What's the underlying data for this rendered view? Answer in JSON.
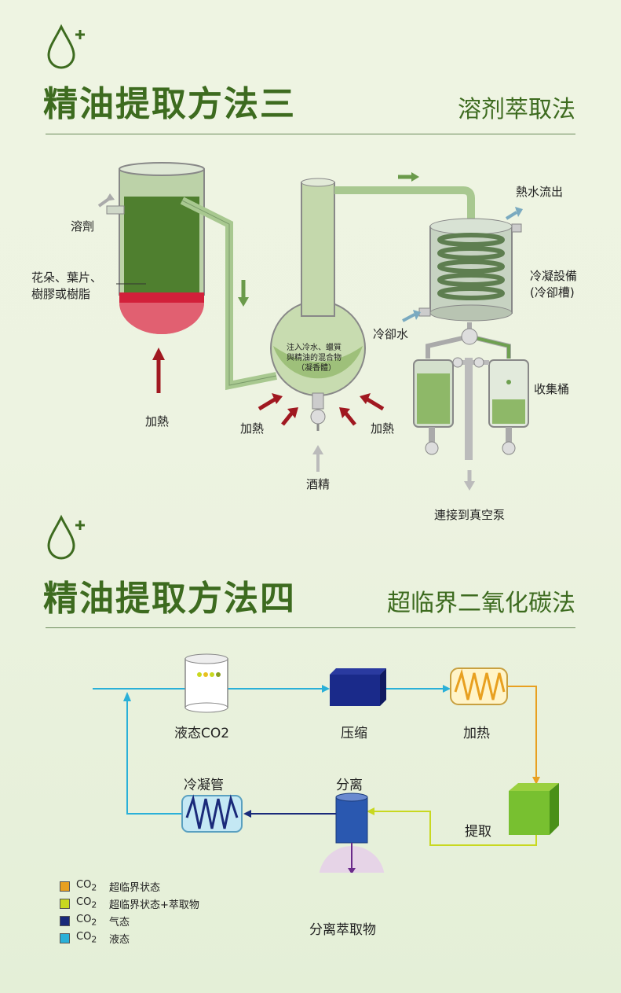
{
  "section3": {
    "title": "精油提取方法三",
    "subtitle": "溶剂萃取法",
    "labels": {
      "solvent": "溶劑",
      "material_line1": "花朵、葉片、",
      "material_line2": "樹膠或樹脂",
      "heat_left": "加熱",
      "heat_mid": "加熱",
      "heat_right": "加熱",
      "flask_line1": "注入冷水、蠟質",
      "flask_line2": "與精油的混合物",
      "flask_line3": "（凝香體）",
      "alcohol": "酒精",
      "hot_water_out": "熱水流出",
      "condenser_line1": "冷凝設備",
      "condenser_line2": "(冷卻槽)",
      "cooling_water": "冷卻水",
      "collector": "收集桶",
      "vacuum_pump": "連接到真空泵"
    }
  },
  "section4": {
    "title": "精油提取方法四",
    "subtitle": "超临界二氧化碳法",
    "labels": {
      "liquid_co2": "液态CO2",
      "compress": "压缩",
      "heat": "加热",
      "extract": "提取",
      "separate": "分离",
      "condenser": "冷凝管",
      "extracted": "分离萃取物"
    },
    "legend": [
      {
        "co2": "CO",
        "sub": "2",
        "text": "超临界状态",
        "color": "#e8a020"
      },
      {
        "co2": "CO",
        "sub": "2",
        "text": "超临界状态+萃取物",
        "color": "#c8d820"
      },
      {
        "co2": "CO",
        "sub": "2",
        "text": "气态",
        "color": "#1a2a7a"
      },
      {
        "co2": "CO",
        "sub": "2",
        "text": "液态",
        "color": "#2ab0d8"
      }
    ]
  },
  "colors": {
    "title_green": "#3d6b1f",
    "heat_red": "#a01820",
    "flow_cyan": "#2ab0d8",
    "flow_orange": "#e8a020",
    "flow_yellow": "#c8d820",
    "flow_navy": "#1a2a7a"
  },
  "icons": [
    "droplet-plus-icon",
    "droplet-plus-icon"
  ]
}
